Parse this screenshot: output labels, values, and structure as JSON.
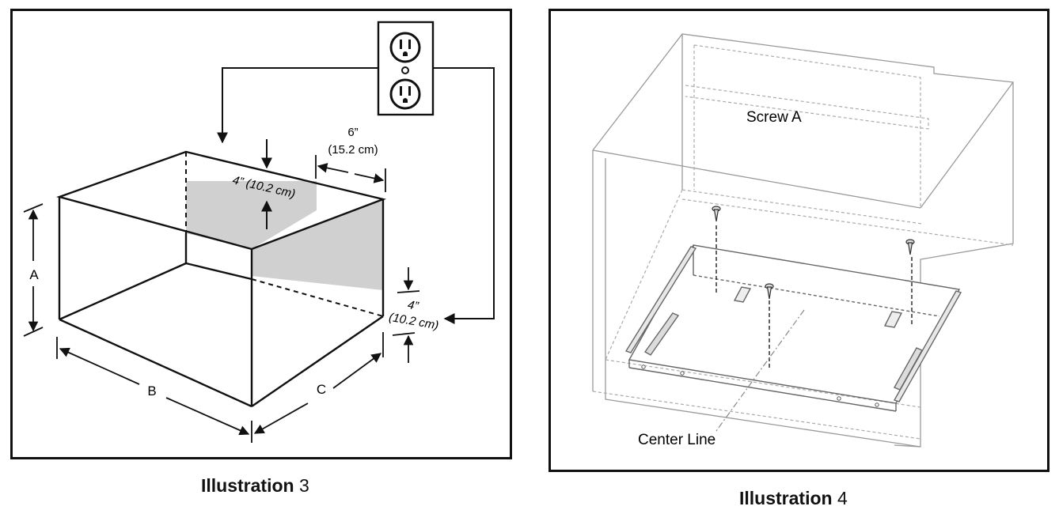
{
  "illustration3": {
    "caption_bold": "Illustration",
    "caption_number": "3",
    "label_a": "A",
    "label_b": "B",
    "label_c": "C",
    "side_gap_in": "6”",
    "side_gap_cm": "(15.2 cm)",
    "top_gap_in": "4”",
    "top_gap_cm": "(10.2 cm)",
    "right_gap_in": "4”",
    "right_gap_cm": "(10.2 cm)",
    "icons": [
      "electrical-outlet-icon"
    ]
  },
  "illustration4": {
    "caption_bold": "Illustration",
    "caption_number": "4",
    "screw_label": "Screw A",
    "center_line_label": "Center Line",
    "icons": [
      "screw-icon"
    ]
  }
}
